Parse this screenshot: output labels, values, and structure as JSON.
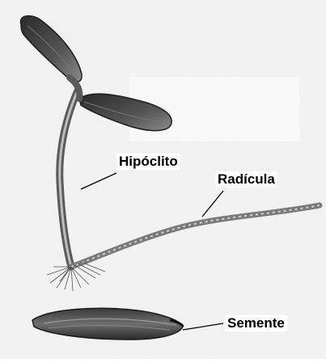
{
  "diagram": {
    "labels": {
      "hypocotyl": "Hipóclito",
      "radicle": "Radícula",
      "seed": "Semente"
    }
  }
}
